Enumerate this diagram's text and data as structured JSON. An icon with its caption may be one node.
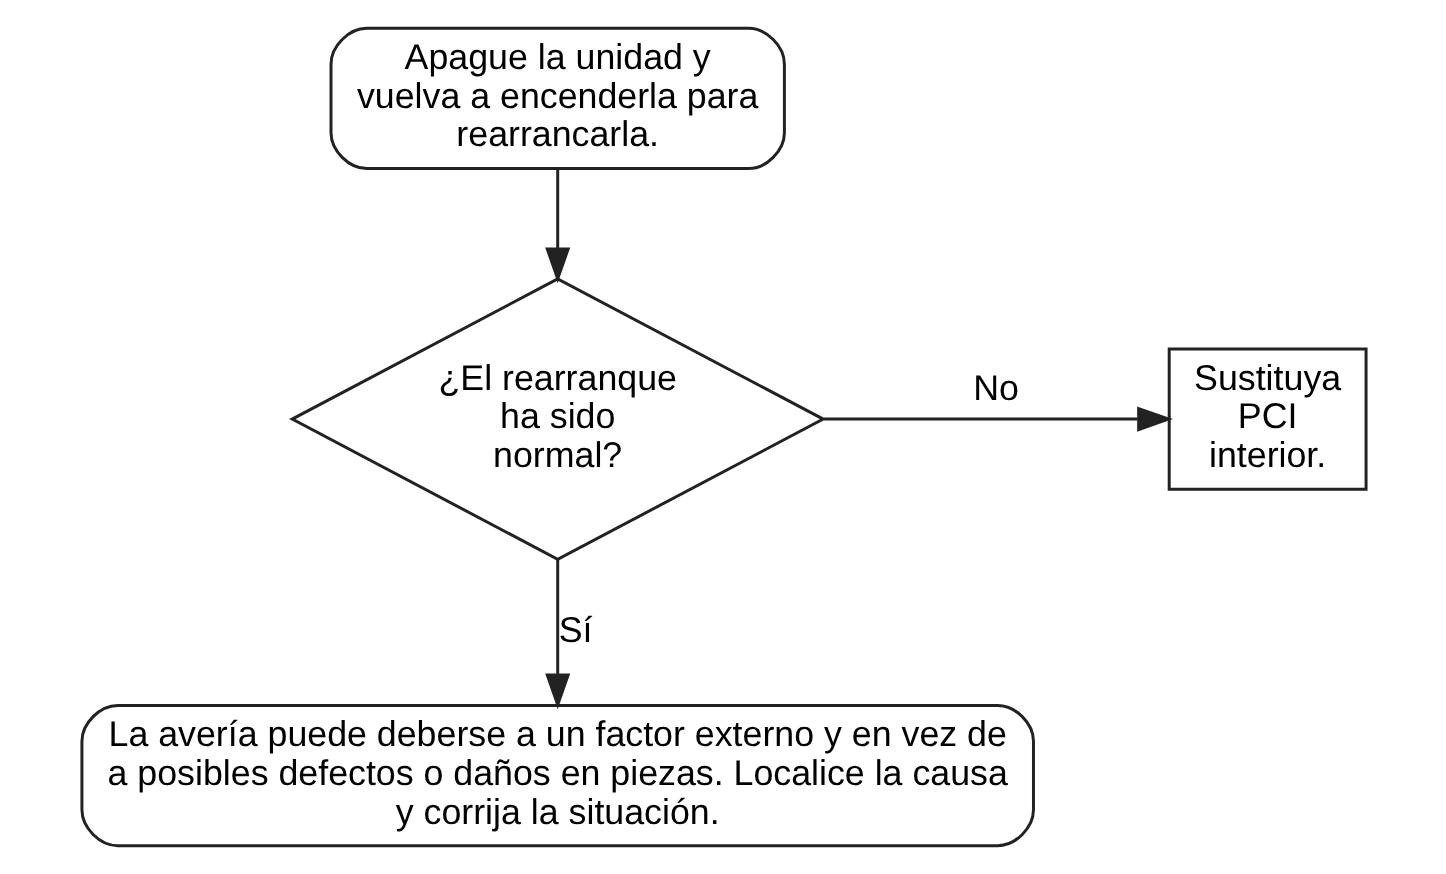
{
  "diagram": {
    "nodes": [
      {
        "text": [
          "Apague la unidad y vuelva a encenderla para rearrancarla."
        ]
      },
      {
        "text": [
          "¿El rearranque ha sido normal?"
        ]
      },
      {
        "text": [
          "Sustituya PCI interior."
        ]
      },
      {
        "text": [
          "La avería puede deberse a un factor externo y en vez de a posibles defectos o daños en piezas. Localice la causa y corrija la situación."
        ]
      }
    ],
    "edges": [
      {
        "from": 0,
        "to": 1,
        "arrow": "to"
      },
      {
        "from": 1,
        "to": 2,
        "arrow": "to",
        "label": "No"
      },
      {
        "from": 1,
        "to": 3,
        "arrow": "to",
        "label": "Sí"
      }
    ]
  }
}
